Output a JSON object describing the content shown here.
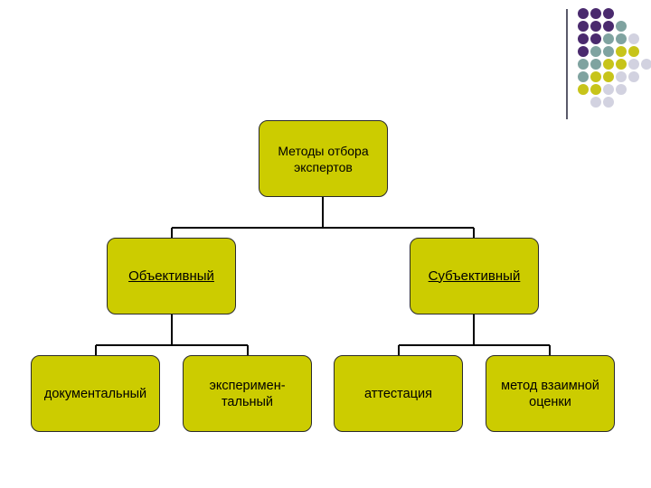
{
  "diagram": {
    "root": {
      "label": "Методы отбора\nэкспертов"
    },
    "branches": [
      {
        "label": "Объективный",
        "children": [
          {
            "label": "документальный"
          },
          {
            "label": "эксперимен-\nтальный"
          }
        ]
      },
      {
        "label": "Субъективный",
        "children": [
          {
            "label": "аттестация"
          },
          {
            "label": "метод взаимной\nоценки"
          }
        ]
      }
    ]
  },
  "colors": {
    "node_fill": "#cccc00",
    "node_border": "#2a2a2a",
    "connector": "#000000",
    "decor_purple": "#4a2a6e",
    "decor_teal": "#7fa3a0",
    "decor_olive": "#c7c41a",
    "decor_lavender": "#d2d2e0"
  }
}
